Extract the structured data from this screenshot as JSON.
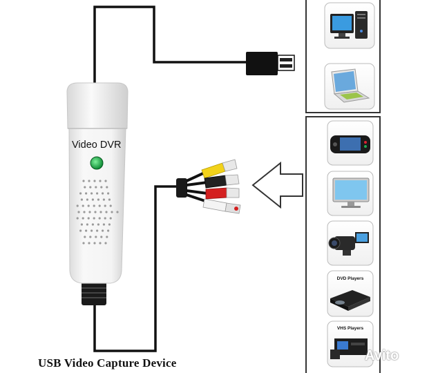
{
  "product": {
    "device_label": "USB Video Capture Device",
    "stick_label": "Video DVR"
  },
  "computers": [
    {
      "name": "desktop-computer-icon"
    },
    {
      "name": "laptop-computer-icon"
    }
  ],
  "sources": [
    {
      "name": "portable-game-console-icon",
      "caption": ""
    },
    {
      "name": "lcd-monitor-icon",
      "caption": ""
    },
    {
      "name": "camcorder-icon",
      "caption": ""
    },
    {
      "name": "dvd-player-icon",
      "caption": "DVD Players"
    },
    {
      "name": "vhs-player-icon",
      "caption": "VHS Players"
    }
  ],
  "rca_plugs": {
    "colors": {
      "video": "#f2d21a",
      "audio_left": "#222222",
      "audio_right": "#d42020",
      "audio_white": "#f4f4f4"
    }
  },
  "watermark": "Avito",
  "colors": {
    "cable": "#111111",
    "panel_border": "#333333",
    "stick_body": "#f3f3f3",
    "led": "#19b84a"
  }
}
